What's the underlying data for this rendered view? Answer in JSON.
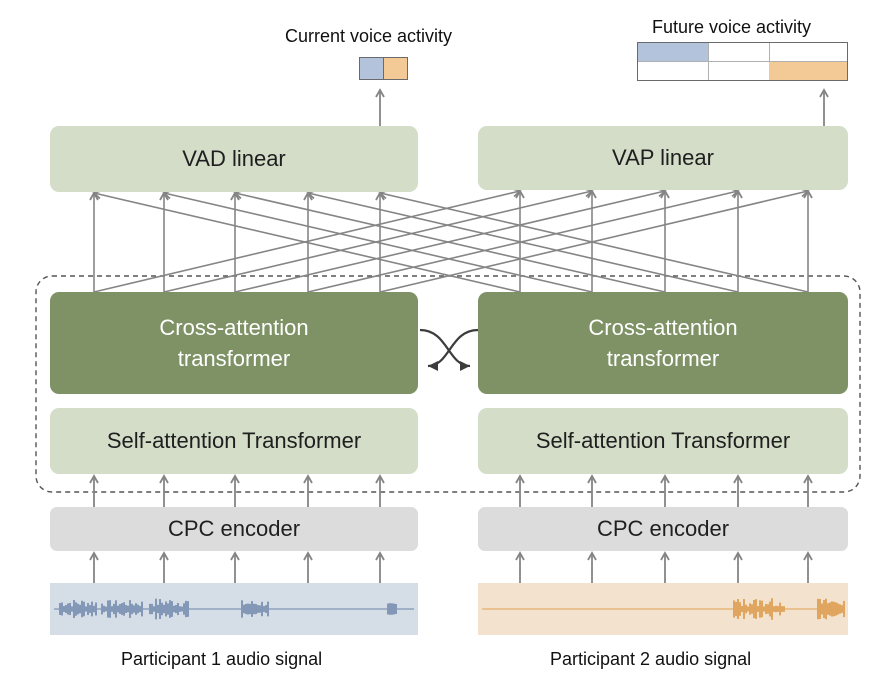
{
  "outputs": {
    "current_label": "Current voice activity",
    "future_label": "Future voice activity"
  },
  "blocks": {
    "vad_linear": "VAD linear",
    "vap_linear": "VAP linear",
    "cross_left_line1": "Cross-attention",
    "cross_left_line2": "transformer",
    "cross_right_line1": "Cross-attention",
    "cross_right_line2": "transformer",
    "self_left": "Self-attention Transformer",
    "self_right": "Self-attention Transformer",
    "cpc_left": "CPC encoder",
    "cpc_right": "CPC encoder"
  },
  "inputs": {
    "participant1": "Participant 1 audio signal",
    "participant2": "Participant 2 audio signal"
  },
  "colors": {
    "participant1": "#b4c3dc",
    "participant2": "#f3ca96",
    "light_block": "#d3ddc8",
    "dark_block": "#7e9265",
    "cpc_block": "#dcdcdc"
  }
}
